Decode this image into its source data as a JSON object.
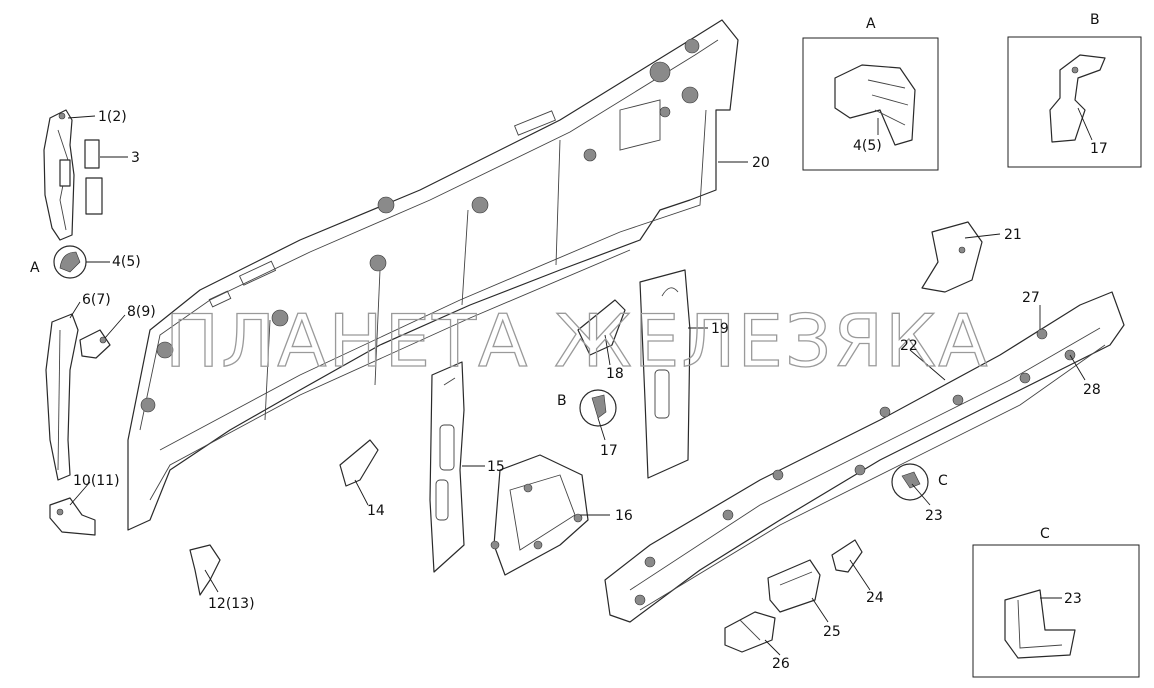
{
  "watermark": "ПЛАНЕТА ЖЕЛЕЗЯКА",
  "callouts": {
    "c1": "1(2)",
    "c3": "3",
    "c4a": "4(5)",
    "c6": "6(7)",
    "c8": "8(9)",
    "c10": "10(11)",
    "c12": "12(13)",
    "c14": "14",
    "c15": "15",
    "c16": "16",
    "c17": "17",
    "c18": "18",
    "c19": "19",
    "c20": "20",
    "c21": "21",
    "c22": "22",
    "c23": "23",
    "c24": "24",
    "c25": "25",
    "c26": "26",
    "c27": "27",
    "c28": "28"
  },
  "view_refs": {
    "a": "A",
    "b": "B",
    "c": "C"
  },
  "detail_boxes": {
    "a": {
      "title": "A",
      "label": "4(5)"
    },
    "b": {
      "title": "B",
      "label": "17"
    },
    "c": {
      "title": "C",
      "label": "23"
    }
  }
}
